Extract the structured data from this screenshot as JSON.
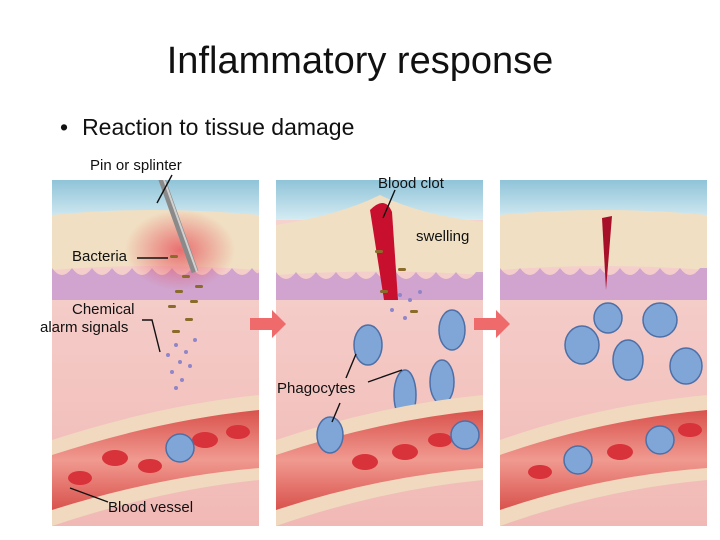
{
  "slide": {
    "title": "Inflammatory response",
    "bullet": "Reaction to tissue damage"
  },
  "labels": {
    "pin": "Pin or splinter",
    "bacteria": "Bacteria",
    "chemical": "Chemical",
    "alarm": "alarm signals",
    "blood_clot": "Blood clot",
    "swelling": "swelling",
    "phagocytes": "Phagocytes",
    "blood_vessel": "Blood vessel"
  },
  "colors": {
    "skin_top": "#f1e2c4",
    "tissue": "#f4c7c3",
    "vessel_wall": "#f0d9bf",
    "vessel_lumen": "#e97b72",
    "red_cell": "#d8323a",
    "phagocyte": "#7fa6d6",
    "arrow": "#ef6a6a",
    "background_sky": "#bfe0ec"
  }
}
